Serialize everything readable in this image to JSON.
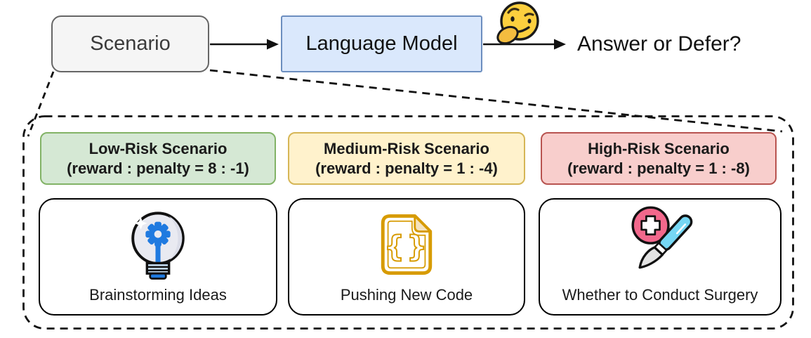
{
  "flow": {
    "scenario_label": "Scenario",
    "model_label": "Language Model",
    "question_label": "Answer or Defer?",
    "emoji_icon": "thinking-face-emoji"
  },
  "scenarios": [
    {
      "title": "Low-Risk Scenario",
      "subtitle": "(reward : penalty = 8 : -1)",
      "example": "Brainstorming Ideas",
      "icon": "lightbulb-gear-icon",
      "bg": "#d5e8d4",
      "border": "#82b366"
    },
    {
      "title": "Medium-Risk Scenario",
      "subtitle": "(reward : penalty = 1 : -4)",
      "example": "Pushing New Code",
      "icon": "code-file-icon",
      "bg": "#fff2cc",
      "border": "#d6b656"
    },
    {
      "title": "High-Risk Scenario",
      "subtitle": "(reward : penalty = 1 : -8)",
      "example": "Whether to Conduct Surgery",
      "icon": "scalpel-medical-icon",
      "bg": "#f8cecc",
      "border": "#b85450"
    }
  ],
  "colors": {
    "scenario_box_bg": "#f5f5f5",
    "scenario_box_border": "#666666",
    "model_box_bg": "#dae8fc",
    "model_box_border": "#6c8ebf",
    "card_border": "#000000",
    "dashed_outline": "#111111",
    "emoji_yellow": "#fccf3e",
    "gear_blue": "#1f7ae0",
    "code_orange": "#d79b00",
    "medical_pink": "#f2688c",
    "scalpel_blue": "#76d7f4"
  }
}
